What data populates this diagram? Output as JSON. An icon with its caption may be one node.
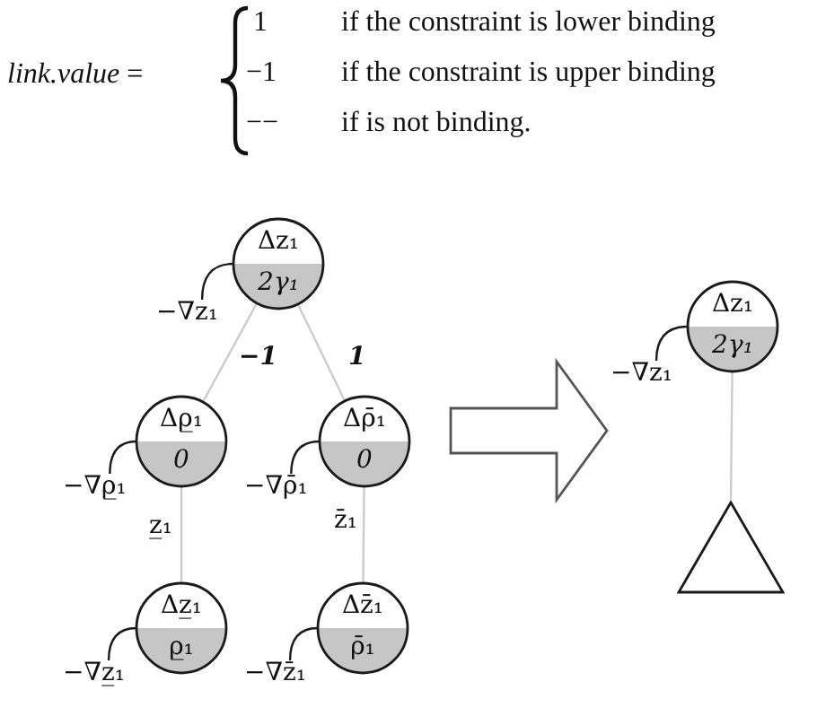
{
  "diagram": {
    "nodes": [
      {
        "text": [],
        "shape": "tree"
      },
      {
        "text": [
          "Δz₁",
          "2γ₁"
        ],
        "in": 0
      },
      {
        "text": [
          "−∇z₁"
        ],
        "in": 0
      },
      {
        "text": [
          "Δρ̲₁",
          "0"
        ],
        "in": 0
      },
      {
        "text": [
          "−∇ρ̲₁"
        ],
        "in": 0
      },
      {
        "text": [
          "Δρ̄₁",
          "0"
        ],
        "in": 0
      },
      {
        "text": [
          "−∇ρ̄₁"
        ],
        "in": 0
      },
      {
        "text": [
          "Δz̲₁",
          "ρ̲₁"
        ],
        "in": 0
      },
      {
        "text": [
          "−∇z̲₁"
        ],
        "in": 0
      },
      {
        "text": [
          "Δz̄₁",
          "ρ̄₁"
        ],
        "in": 0
      },
      {
        "text": [
          "−∇z̄₁"
        ],
        "in": 0
      },
      {
        "text": [],
        "shape": "tree"
      },
      {
        "text": [
          "Δz₁",
          "2γ₁"
        ],
        "in": 11
      },
      {
        "text": [
          "−∇z₁"
        ],
        "in": 11
      },
      {
        "text": [],
        "shape": "triangle",
        "in": 11
      }
    ],
    "edges": [
      {
        "from": 1,
        "to": 3,
        "arrow": "none",
        "label": "−1",
        "color": "#cccccc"
      },
      {
        "from": 1,
        "to": 5,
        "arrow": "none",
        "label": "1",
        "color": "#cccccc"
      },
      {
        "from": 3,
        "to": 7,
        "arrow": "none",
        "label": "z̲₁",
        "color": "#cccccc"
      },
      {
        "from": 5,
        "to": 9,
        "arrow": "none",
        "label": "z̄₁",
        "color": "#cccccc"
      },
      {
        "from": 12,
        "to": 14,
        "arrow": "none",
        "color": "#cccccc"
      },
      {
        "from": 2,
        "to": 1,
        "arrow": "none"
      },
      {
        "from": 4,
        "to": 3,
        "arrow": "none"
      },
      {
        "from": 6,
        "to": 5,
        "arrow": "none"
      },
      {
        "from": 8,
        "to": 7,
        "arrow": "none"
      },
      {
        "from": 10,
        "to": 9,
        "arrow": "none"
      },
      {
        "from": 13,
        "to": 12,
        "arrow": "none"
      },
      {
        "from": 0,
        "to": 11,
        "arrow": "to",
        "style": "thick",
        "color": "#555555"
      }
    ],
    "labels": [
      "*link.value* =",
      "1",
      "if the constraint is lower binding",
      "−1",
      "if the constraint is upper binding",
      "−−",
      "if is not binding."
    ]
  }
}
